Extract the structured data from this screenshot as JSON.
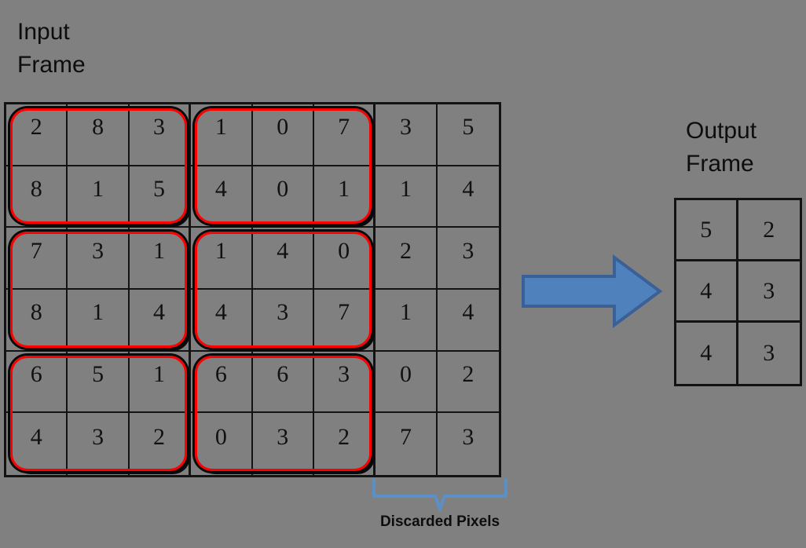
{
  "background_color": "#808080",
  "input": {
    "title": "Input\nFrame",
    "rows": 6,
    "cols": 8,
    "grid": [
      [
        2,
        8,
        3,
        1,
        0,
        7,
        3,
        5
      ],
      [
        8,
        1,
        5,
        4,
        0,
        1,
        1,
        4
      ],
      [
        7,
        3,
        1,
        1,
        4,
        0,
        2,
        3
      ],
      [
        8,
        1,
        4,
        4,
        3,
        7,
        1,
        4
      ],
      [
        6,
        5,
        1,
        6,
        6,
        3,
        0,
        2
      ],
      [
        4,
        3,
        2,
        0,
        3,
        2,
        7,
        3
      ]
    ],
    "pool_window": "3x2",
    "pool_regions": [
      {
        "row": 0,
        "col": 0,
        "values": [
          2,
          8,
          3,
          8,
          1,
          5
        ],
        "max": 8
      },
      {
        "row": 0,
        "col": 3,
        "values": [
          1,
          0,
          7,
          4,
          0,
          1
        ],
        "max": 7
      },
      {
        "row": 2,
        "col": 0,
        "values": [
          7,
          3,
          1,
          8,
          1,
          4
        ],
        "max": 8
      },
      {
        "row": 2,
        "col": 3,
        "values": [
          1,
          4,
          0,
          4,
          3,
          7
        ],
        "max": 7
      },
      {
        "row": 4,
        "col": 0,
        "values": [
          6,
          5,
          1,
          4,
          3,
          2
        ],
        "max": 6
      },
      {
        "row": 4,
        "col": 3,
        "values": [
          6,
          6,
          3,
          0,
          3,
          2
        ],
        "max": 6
      }
    ],
    "highlight_color": "#ff0000",
    "border_color": "#131313"
  },
  "discarded": {
    "label": "Discarded Pixels",
    "brace_color": "#5b8fc7",
    "columns": [
      6,
      7
    ]
  },
  "arrow": {
    "fill": "#4f81bd",
    "stroke": "#3a6096",
    "direction": "right"
  },
  "output": {
    "title": "Output\nFrame",
    "rows": 3,
    "cols": 2,
    "grid": [
      [
        5,
        2
      ],
      [
        4,
        3
      ],
      [
        4,
        3
      ]
    ],
    "border_color": "#131313"
  }
}
